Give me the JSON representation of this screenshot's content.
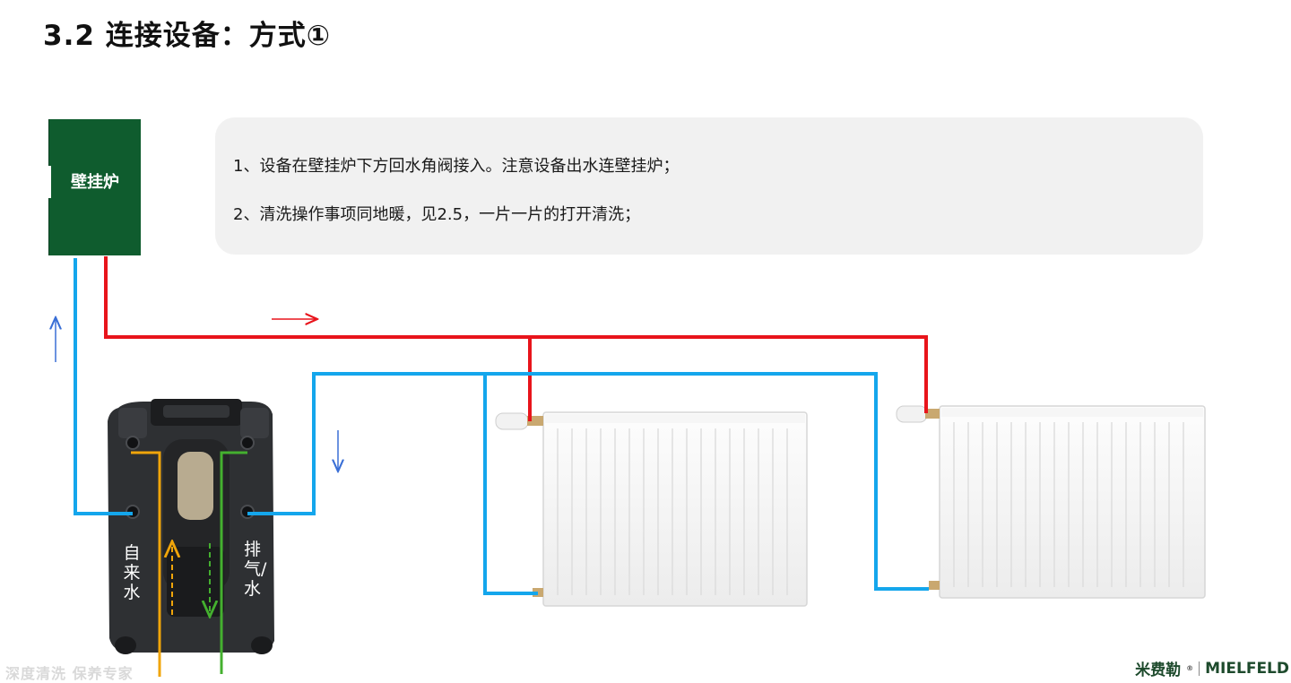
{
  "title": "3.2  连接设备：方式①",
  "boiler": {
    "label": "壁挂炉"
  },
  "notes": [
    "1、设备在壁挂炉下方回水角阀接入。注意设备出水连壁挂炉；",
    "2、清洗操作事项同地暖，见2.5，一片一片的打开清洗；"
  ],
  "device": {
    "left_label": "自来水",
    "right_label": "排气/水"
  },
  "footer": {
    "slogan": "深度清洗 保养专家",
    "brand_cn": "米费勒",
    "brand_en": "MIELFELD"
  },
  "colors": {
    "supply_pipe": "#e8141b",
    "return_pipe": "#14a6ec",
    "tap_water": "#f0a50a",
    "drain": "#44b02f",
    "boiler": "#0f5c2e",
    "arrow_blue": "#3a6fd6"
  }
}
